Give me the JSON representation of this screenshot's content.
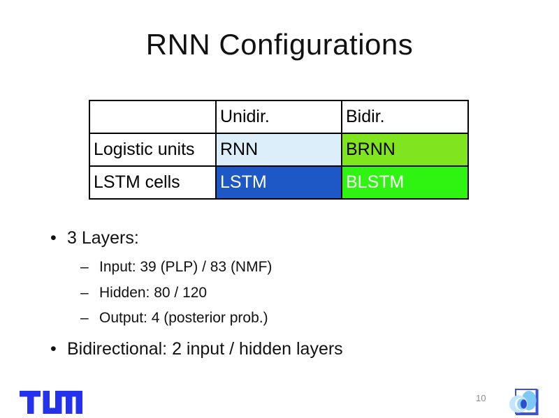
{
  "slide": {
    "title": "RNN Configurations",
    "page_number": "10"
  },
  "table": {
    "headers": [
      "",
      "Unidir.",
      "Bidir."
    ],
    "rows": [
      {
        "label": "Logistic units",
        "unidir": "RNN",
        "bidir": "BRNN"
      },
      {
        "label": "LSTM cells",
        "unidir": "LSTM",
        "bidir": "BLSTM"
      }
    ]
  },
  "bullets": [
    {
      "marker": "•",
      "text": "3 Layers:"
    },
    {
      "marker": "–",
      "text": "Input: 39 (PLP) / 83 (NMF)"
    },
    {
      "marker": "–",
      "text": "Hidden: 80 / 120"
    },
    {
      "marker": "–",
      "text": "Output: 4 (posterior prob.)"
    },
    {
      "marker": "•",
      "text": "Bidirectional: 2 input / hidden layers"
    }
  ],
  "colors": {
    "rnn_bg": "#DBEEF9",
    "brnn_bg": "#80E51E",
    "lstm_bg": "#1E57C6",
    "blstm_bg": "#2FF411",
    "tum_blue": "#2433EB",
    "page_number_gray": "#8C8C8C",
    "mmk_frame": "#3A55D4",
    "mmk_blob": "#7EC9F3",
    "mmk_lens_outer": "#C2E6FB",
    "mmk_lens_mid": "#8ED2F7",
    "mmk_pupil": "#2B4FD0"
  }
}
